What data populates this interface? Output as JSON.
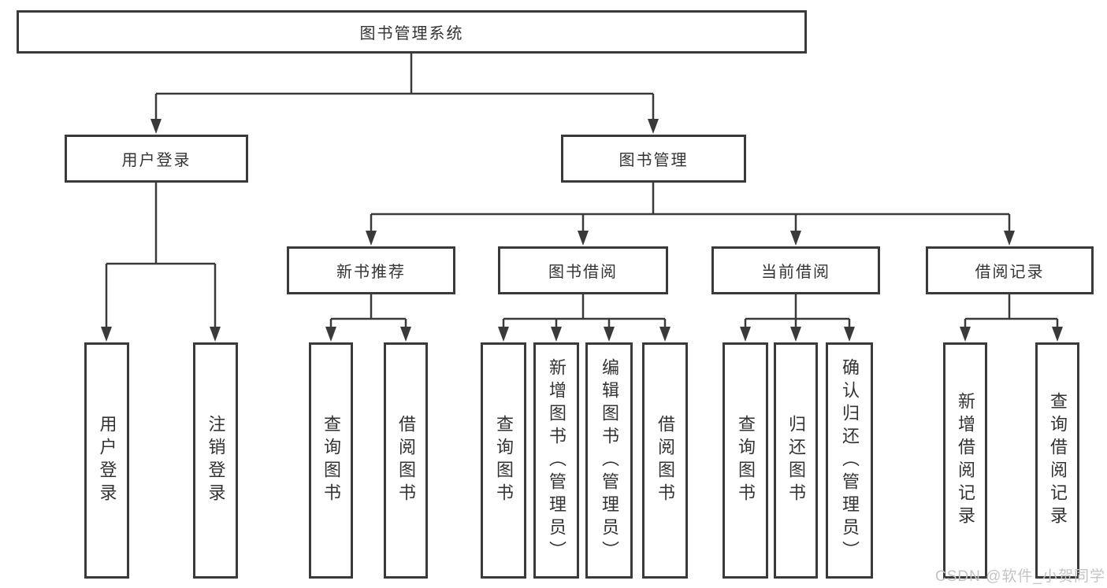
{
  "diagram": {
    "title": "图书管理系统",
    "root": "图书管理系统",
    "level2": {
      "user_login": "用户登录",
      "book_mgmt": "图书管理"
    },
    "level3": {
      "new_books": "新书推荐",
      "book_borrow": "图书借阅",
      "current_borrow": "当前借阅",
      "borrow_records": "借阅记录"
    },
    "leaves": {
      "user_login": [
        "用户登录",
        "注销登录"
      ],
      "new_books": [
        "查询图书",
        "借阅图书"
      ],
      "book_borrow": [
        "查询图书",
        "新增图书（管理员）",
        "编辑图书（管理员）",
        "借阅图书"
      ],
      "current_borrow": [
        "查询图书",
        "归还图书",
        "确认归还（管理员）"
      ],
      "borrow_records": [
        "新增借阅记录",
        "查询借阅记录"
      ]
    }
  },
  "watermark": "CSDN @软件_小贺同学",
  "colors": {
    "line": "#3a3a3a",
    "box_border": "#3a3a3a",
    "text": "#333333",
    "watermark": "#c4c4c4",
    "background": "#ffffff"
  }
}
